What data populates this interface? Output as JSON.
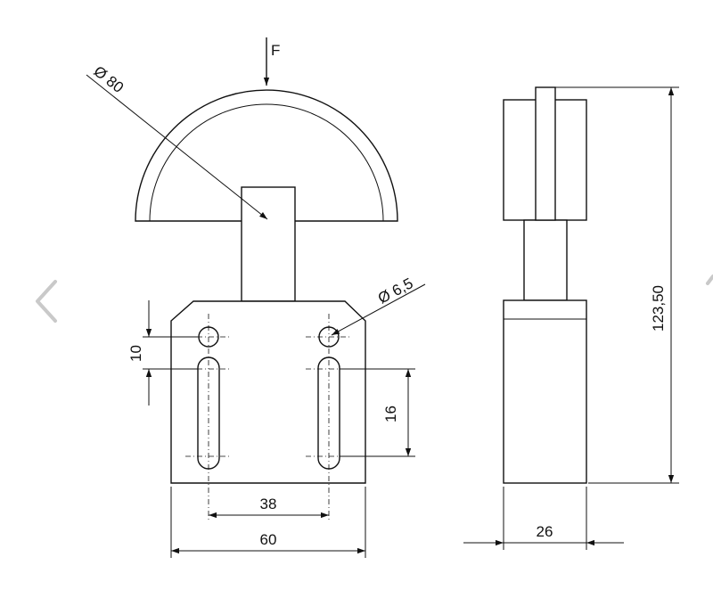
{
  "labels": {
    "force": "F",
    "dome_diameter": "Ø 80",
    "hole_diameter": "Ø 6,5",
    "dim_10": "10",
    "dim_16": "16",
    "dim_38": "38",
    "dim_60": "60",
    "dim_26": "26",
    "dim_height": "123,50"
  },
  "icons": {
    "prev": "chevron-left-icon",
    "next": "chevron-right-icon"
  },
  "colors": {
    "line": "#111111",
    "nav_arrow": "#c9c9c9"
  }
}
